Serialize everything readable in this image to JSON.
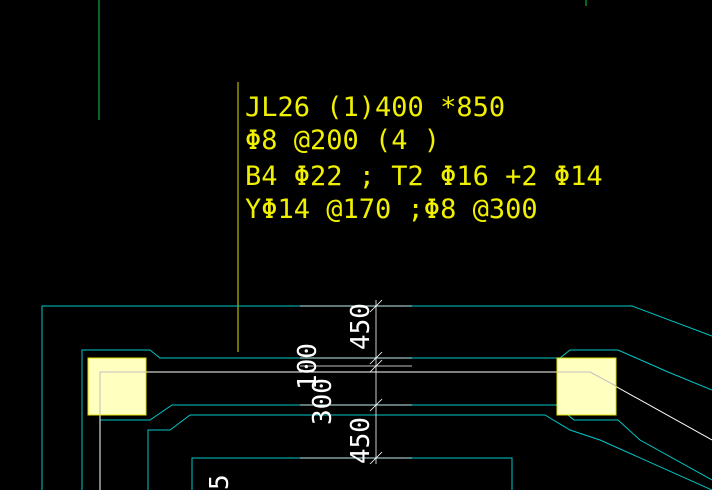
{
  "annotation": {
    "line1": "JL26 (1)400 *850",
    "line2": "Φ8 @200 (4 )",
    "line3": "B4 Φ22 ; T2 Φ16 +2 Φ14",
    "line4": "YΦ14 @170 ;Φ8 @300"
  },
  "dimensions": {
    "d1": "450",
    "d2": "100",
    "d3": "300",
    "d4": "450",
    "d5": "5"
  },
  "colors": {
    "background": "#000000",
    "annotation_text": "#f0f000",
    "beam_outline": "#00c8c8",
    "axis_line": "#ffffff",
    "leader_line": "#e0e000",
    "column_fill": "#ffffc0",
    "grid_line": "#00d040"
  }
}
